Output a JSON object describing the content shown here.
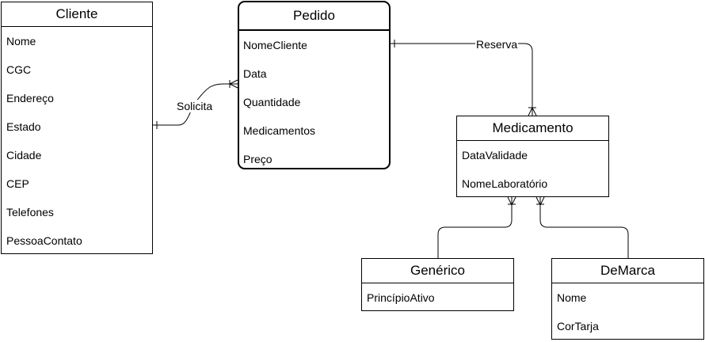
{
  "entities": {
    "cliente": {
      "name": "Cliente",
      "attributes": [
        "Nome",
        "CGC",
        "Endereço",
        "Estado",
        "Cidade",
        "CEP",
        "Telefones",
        "PessoaContato"
      ]
    },
    "pedido": {
      "name": "Pedido",
      "attributes": [
        "NomeCliente",
        "Data",
        "Quantidade",
        "Medicamentos",
        "Preço"
      ]
    },
    "medicamento": {
      "name": "Medicamento",
      "attributes": [
        "DataValidade",
        "NomeLaboratório"
      ]
    },
    "generico": {
      "name": "Genérico",
      "attributes": [
        "PrincípioAtivo"
      ]
    },
    "demarca": {
      "name": "DeMarca",
      "attributes": [
        "Nome",
        "CorTarja"
      ]
    }
  },
  "relationships": {
    "solicita": {
      "label": "Solicita",
      "from": "Cliente",
      "to": "Pedido",
      "from_cardinality": "one",
      "to_cardinality": "one-or-many"
    },
    "reserva": {
      "label": "Reserva",
      "from": "Pedido",
      "to": "Medicamento",
      "from_cardinality": "one",
      "to_cardinality": "one-or-many"
    },
    "generico_link": {
      "label": "",
      "from": "Genérico",
      "to": "Medicamento",
      "to_cardinality": "one-or-many"
    },
    "demarca_link": {
      "label": "",
      "from": "DeMarca",
      "to": "Medicamento",
      "to_cardinality": "one-or-many"
    }
  },
  "colors": {
    "stroke": "#000000",
    "background": "#ffffff"
  }
}
